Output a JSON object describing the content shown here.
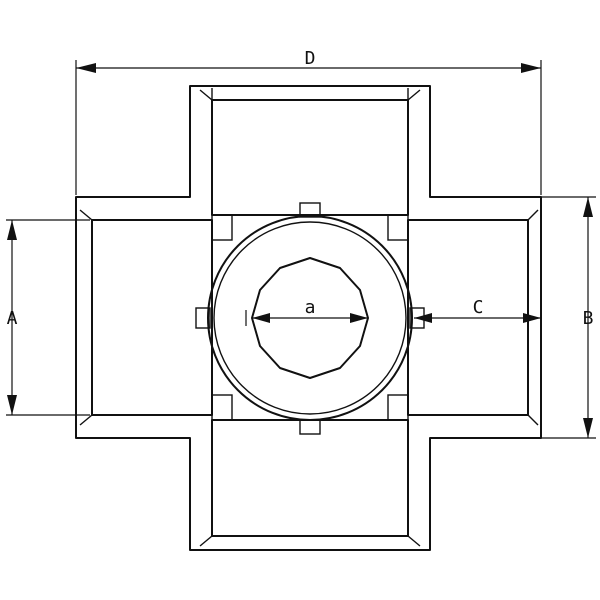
{
  "dimensions": {
    "overall_width": "D",
    "port_height": "A",
    "body_height": "B",
    "socket_depth": "C",
    "bore": "a"
  }
}
